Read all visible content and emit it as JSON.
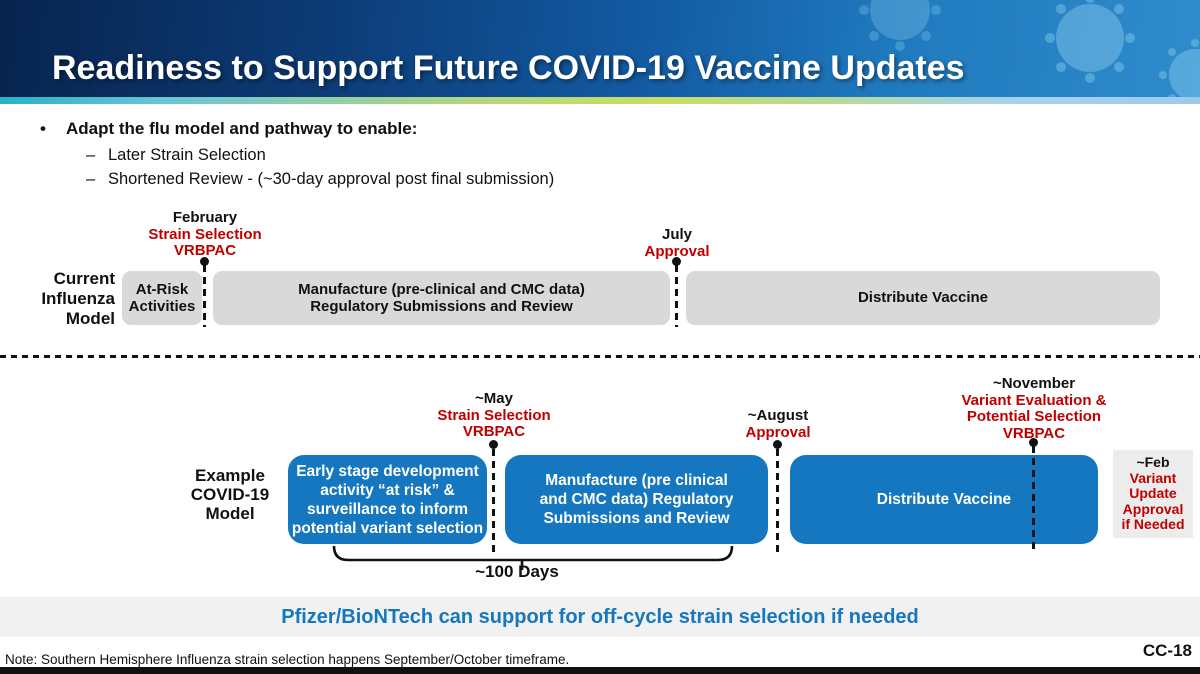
{
  "slide": {
    "title": "Readiness to Support Future COVID-19 Vaccine Updates",
    "statement": "Pfizer/BioNTech can support for off-cycle strain selection if needed",
    "note": "Note: Southern Hemisphere Influenza strain selection happens September/October timeframe.",
    "slide_code": "CC-18"
  },
  "bullets": {
    "bullet_glyph": "•",
    "dash_glyph": "–",
    "main": "Adapt the flu model and pathway to enable:",
    "sub1": "Later Strain Selection",
    "sub2": "Shortened Review - (~30-day approval post final submission)"
  },
  "current_model": {
    "label": {
      "l1": "Current",
      "l2": "Influenza",
      "l3": "Model"
    },
    "milestone_feb": {
      "when": "February",
      "what1": "Strain Selection",
      "what2": "VRBPAC"
    },
    "milestone_jul": {
      "when": "July",
      "what1": "Approval"
    },
    "box_atrisk": {
      "l1": "At-Risk",
      "l2": "Activities"
    },
    "box_manufacture": {
      "l1": "Manufacture (pre-clinical and CMC data)",
      "l2": "Regulatory Submissions and Review"
    },
    "box_distribute": "Distribute Vaccine"
  },
  "covid_model": {
    "label": {
      "l1": "Example",
      "l2": "COVID-19",
      "l3": "Model"
    },
    "milestone_may": {
      "when": "~May",
      "what1": "Strain Selection",
      "what2": "VRBPAC"
    },
    "milestone_aug": {
      "when": "~August",
      "what1": "Approval"
    },
    "milestone_nov": {
      "when": "~November",
      "what1": "Variant Evaluation &",
      "what2": "Potential Selection",
      "what3": "VRBPAC"
    },
    "box_early": {
      "l1": "Early stage development",
      "l2": "activity “at risk” &",
      "l3": "surveillance to inform",
      "l4": "potential variant selection"
    },
    "box_manufacture": {
      "l1": "Manufacture (pre clinical",
      "l2": "and CMC data) Regulatory",
      "l3": "Submissions and Review"
    },
    "box_distribute": "Distribute Vaccine",
    "duration_label": "~100 Days",
    "side_box": {
      "when": "~Feb",
      "l1": "Variant",
      "l2": "Update",
      "l3": "Approval",
      "l4": "if Needed"
    }
  },
  "colors": {
    "box_blue": "#1577bf",
    "box_gray": "#d9d9d9",
    "accent_red": "#c00000",
    "statement_blue": "#1577bf",
    "header_dark": "#08244f",
    "header_light": "#2f8ccb"
  }
}
